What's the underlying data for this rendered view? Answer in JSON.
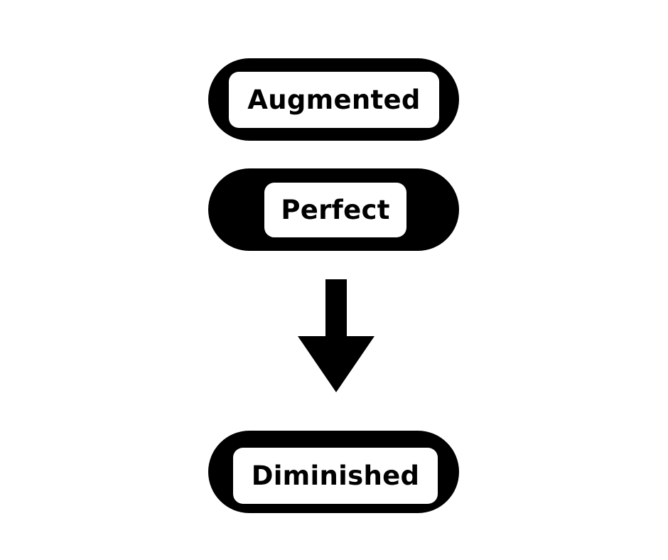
{
  "nodes": [
    {
      "label": "Augmented"
    },
    {
      "label": "Perfect"
    },
    {
      "label": "Diminished"
    }
  ],
  "arrow": {
    "direction": "down",
    "icon": "arrow-down-icon"
  },
  "colors": {
    "fill": "#000000",
    "background": "#ffffff"
  }
}
